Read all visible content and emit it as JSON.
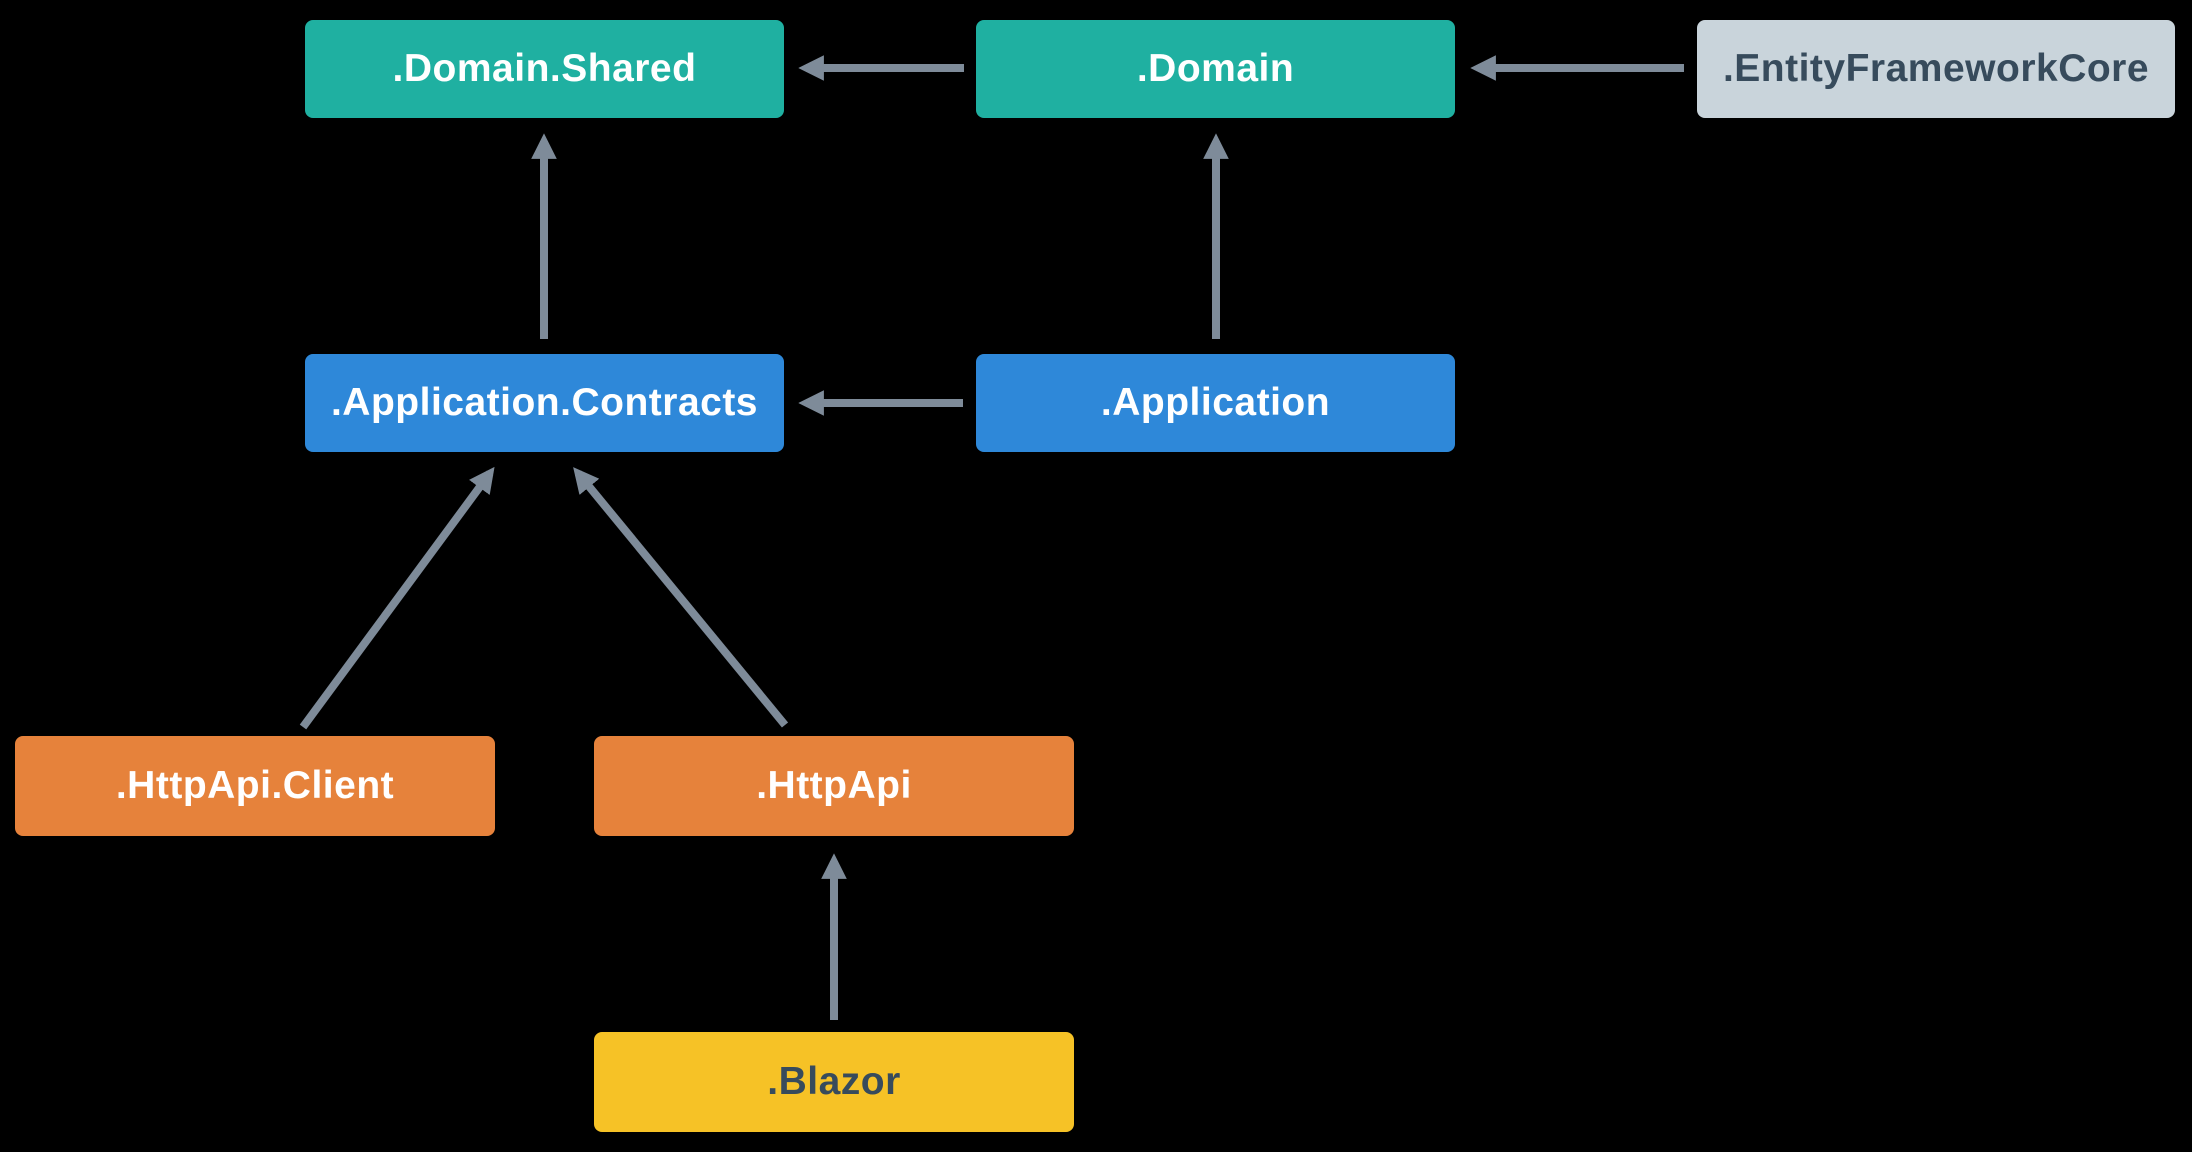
{
  "diagram": {
    "kind": "module-dependency-diagram",
    "background_color": "#000000",
    "arrow_color": "#7e8b99"
  },
  "nodes": [
    {
      "id": "domain-shared",
      "label": ".Domain.Shared",
      "color": "#1fb0a1",
      "text_color": "#ffffff"
    },
    {
      "id": "domain",
      "label": ".Domain",
      "color": "#1fb0a1",
      "text_color": "#ffffff"
    },
    {
      "id": "entity-framework-core",
      "label": ".EntityFrameworkCore",
      "color": "#c9d4db",
      "text_color": "#374b5c"
    },
    {
      "id": "application-contracts",
      "label": ".Application.Contracts",
      "color": "#2e88d9",
      "text_color": "#ffffff"
    },
    {
      "id": "application",
      "label": ".Application",
      "color": "#2e88d9",
      "text_color": "#ffffff"
    },
    {
      "id": "httpapi-client",
      "label": ".HttpApi.Client",
      "color": "#e6823b",
      "text_color": "#ffffff"
    },
    {
      "id": "httpapi",
      "label": ".HttpApi",
      "color": "#e6823b",
      "text_color": "#ffffff"
    },
    {
      "id": "blazor",
      "label": ".Blazor",
      "color": "#f6c226",
      "text_color": "#374b5c"
    }
  ],
  "edges": [
    {
      "from": "domain",
      "to": "domain-shared"
    },
    {
      "from": "entity-framework-core",
      "to": "domain"
    },
    {
      "from": "application-contracts",
      "to": "domain-shared"
    },
    {
      "from": "application",
      "to": "domain"
    },
    {
      "from": "application",
      "to": "application-contracts"
    },
    {
      "from": "httpapi-client",
      "to": "application-contracts"
    },
    {
      "from": "httpapi",
      "to": "application-contracts"
    },
    {
      "from": "blazor",
      "to": "httpapi"
    }
  ]
}
